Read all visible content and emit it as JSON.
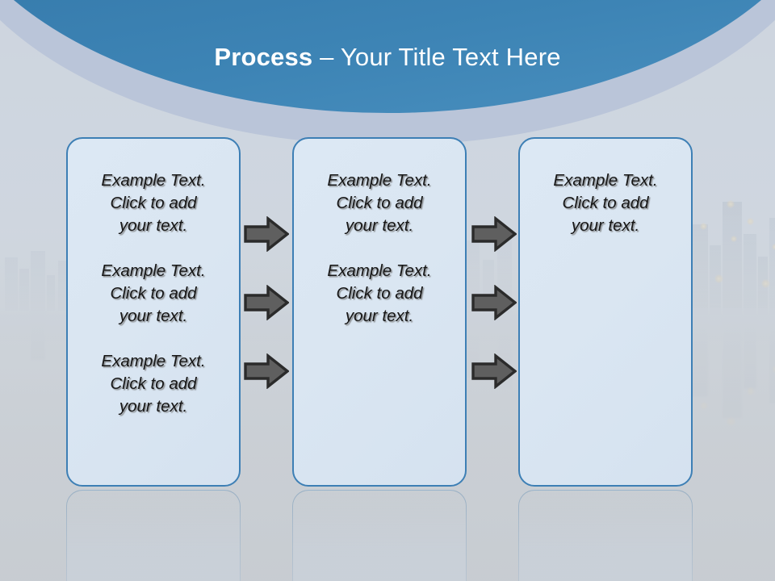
{
  "slide": {
    "title_strong": "Process",
    "title_rest": " – Your Title Text Here",
    "accent_color": "#3d7fb5",
    "header_color": "#35789f",
    "box_fill": "#dae6f2",
    "arrow_fill": "#5f5f5f",
    "arrow_outline": "#2b2b2b",
    "title_color": "#ffffff"
  },
  "boxes": [
    {
      "name": "process-box-1",
      "paragraphs": [
        "Example Text.\nClick  to add\nyour text.",
        "Example Text.\nClick  to add\nyour text.",
        "Example Text.\nClick  to add\nyour text."
      ]
    },
    {
      "name": "process-box-2",
      "paragraphs": [
        "Example Text.\nClick  to add\nyour text.",
        "Example Text.\nClick  to add\nyour text."
      ]
    },
    {
      "name": "process-box-3",
      "paragraphs": [
        "Example Text.\nClick  to add\nyour text."
      ]
    }
  ],
  "arrows": [
    {
      "name": "arrow-1-to-2-top",
      "from": 1,
      "to": 2,
      "row": "top"
    },
    {
      "name": "arrow-1-to-2-middle",
      "from": 1,
      "to": 2,
      "row": "middle"
    },
    {
      "name": "arrow-1-to-2-bottom",
      "from": 1,
      "to": 2,
      "row": "bottom"
    },
    {
      "name": "arrow-2-to-3-top",
      "from": 2,
      "to": 3,
      "row": "top"
    },
    {
      "name": "arrow-2-to-3-middle",
      "from": 2,
      "to": 3,
      "row": "middle"
    },
    {
      "name": "arrow-2-to-3-bottom",
      "from": 2,
      "to": 3,
      "row": "bottom"
    }
  ]
}
